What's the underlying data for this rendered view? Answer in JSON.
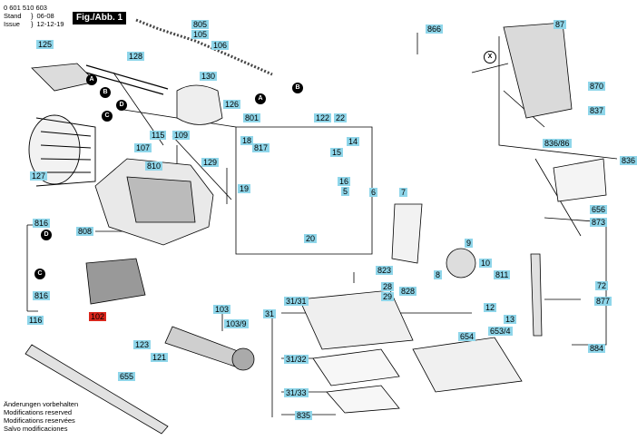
{
  "header": {
    "part_number": "0 601 510 603",
    "stand_label": "Stand",
    "stand_date": "06-08",
    "issue_label": "Issue",
    "issue_date": "12-12-19",
    "figure_title": "Fig./Abb. 1"
  },
  "footer": [
    "Änderungen vorbehalten",
    "Modifications reserved",
    "Modifications reservées",
    "Salvo modificaciones"
  ],
  "callouts": [
    "125",
    "128",
    "805",
    "105",
    "106",
    "130",
    "126",
    "801",
    "122",
    "22",
    "866",
    "87",
    "870",
    "837",
    "836/86",
    "836",
    "115",
    "107",
    "810",
    "109",
    "129",
    "18",
    "817",
    "15",
    "14",
    "19",
    "16",
    "5",
    "6",
    "7",
    "656",
    "873",
    "127",
    "816",
    "808",
    "20",
    "9",
    "72",
    "10",
    "811",
    "8",
    "823",
    "28",
    "29",
    "828",
    "12",
    "877",
    "13",
    "816",
    "116",
    "103",
    "103/9",
    "31/31",
    "31",
    "653/4",
    "654",
    "884",
    "123",
    "121",
    "31/32",
    "655",
    "31/33",
    "835",
    "102"
  ],
  "markers": [
    "A",
    "B",
    "C",
    "D",
    "A",
    "B",
    "C",
    "D",
    "X"
  ]
}
